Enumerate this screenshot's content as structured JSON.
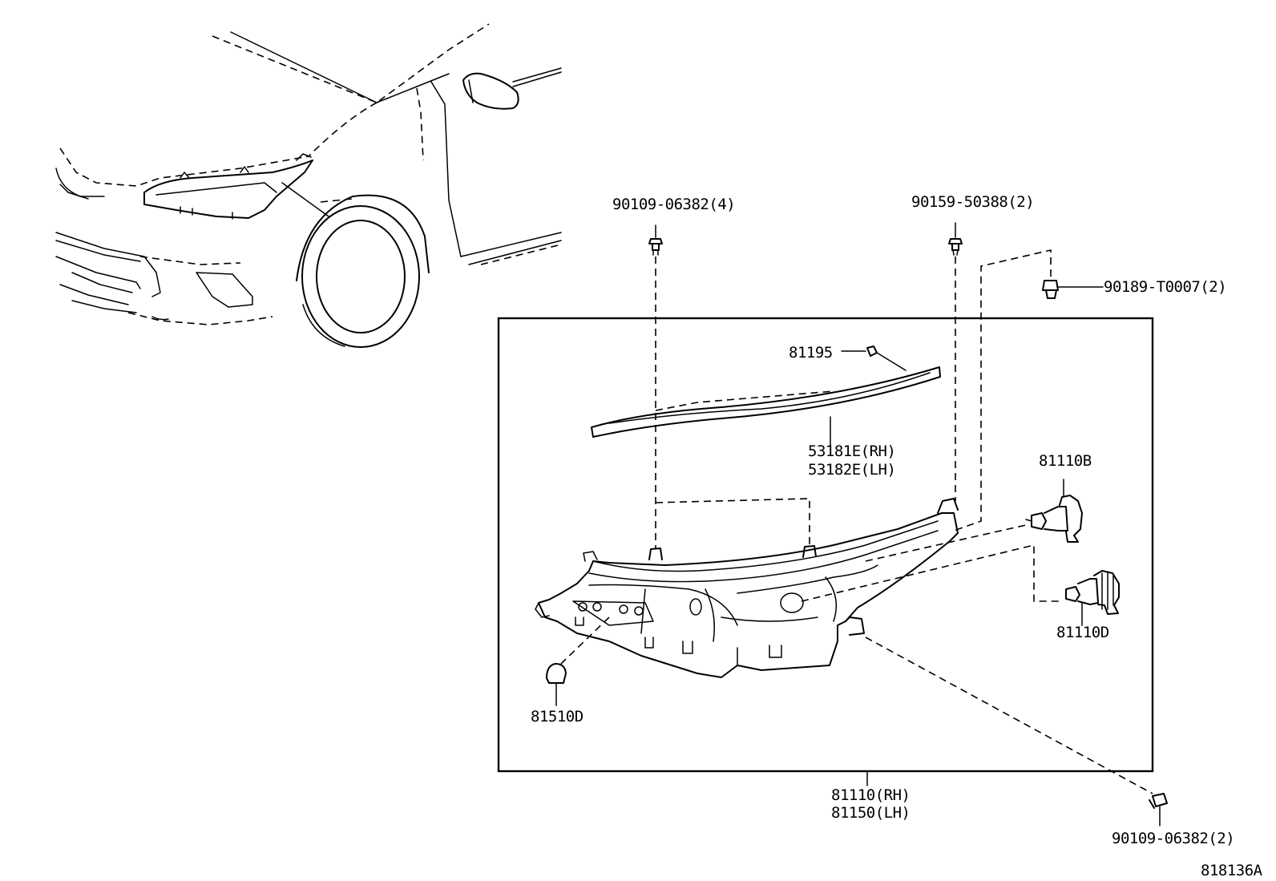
{
  "labels": {
    "bolt_top_left": "90109-06382(4)",
    "screw_top_right": "90159-50388(2)",
    "clip_right": "90189-T0007(2)",
    "plug_81195": "81195",
    "trim_rh": "53181E(RH)",
    "trim_lh": "53182E(LH)",
    "bulb_b": "81110B",
    "bulb_d": "81110D",
    "bulb_510d": "81510D",
    "assy_rh": "81110(RH)",
    "assy_lh": "81150(LH)",
    "bolt_bottom_right": "90109-06382(2)",
    "diagram_id": "818136A"
  }
}
